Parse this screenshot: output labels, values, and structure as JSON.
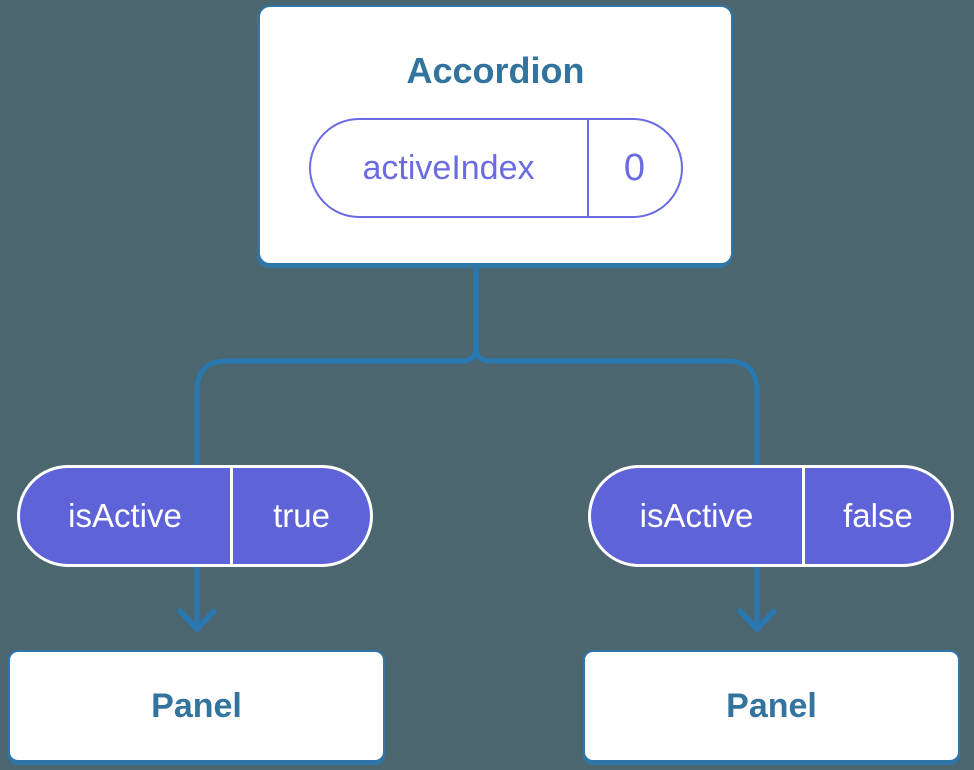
{
  "colors": {
    "background": "#4C6670",
    "card-blue": "#2E76A8",
    "line-blue": "#2878B2",
    "title-blue": "#33749F",
    "pill-purple": "#5E63D8",
    "pill-outline-purple": "#6B6BE3"
  },
  "diagram": {
    "root": {
      "title": "Accordion",
      "state": {
        "name": "activeIndex",
        "value": "0"
      }
    },
    "children": [
      {
        "prop": {
          "name": "isActive",
          "value": "true"
        },
        "node": {
          "title": "Panel"
        }
      },
      {
        "prop": {
          "name": "isActive",
          "value": "false"
        },
        "node": {
          "title": "Panel"
        }
      }
    ]
  }
}
